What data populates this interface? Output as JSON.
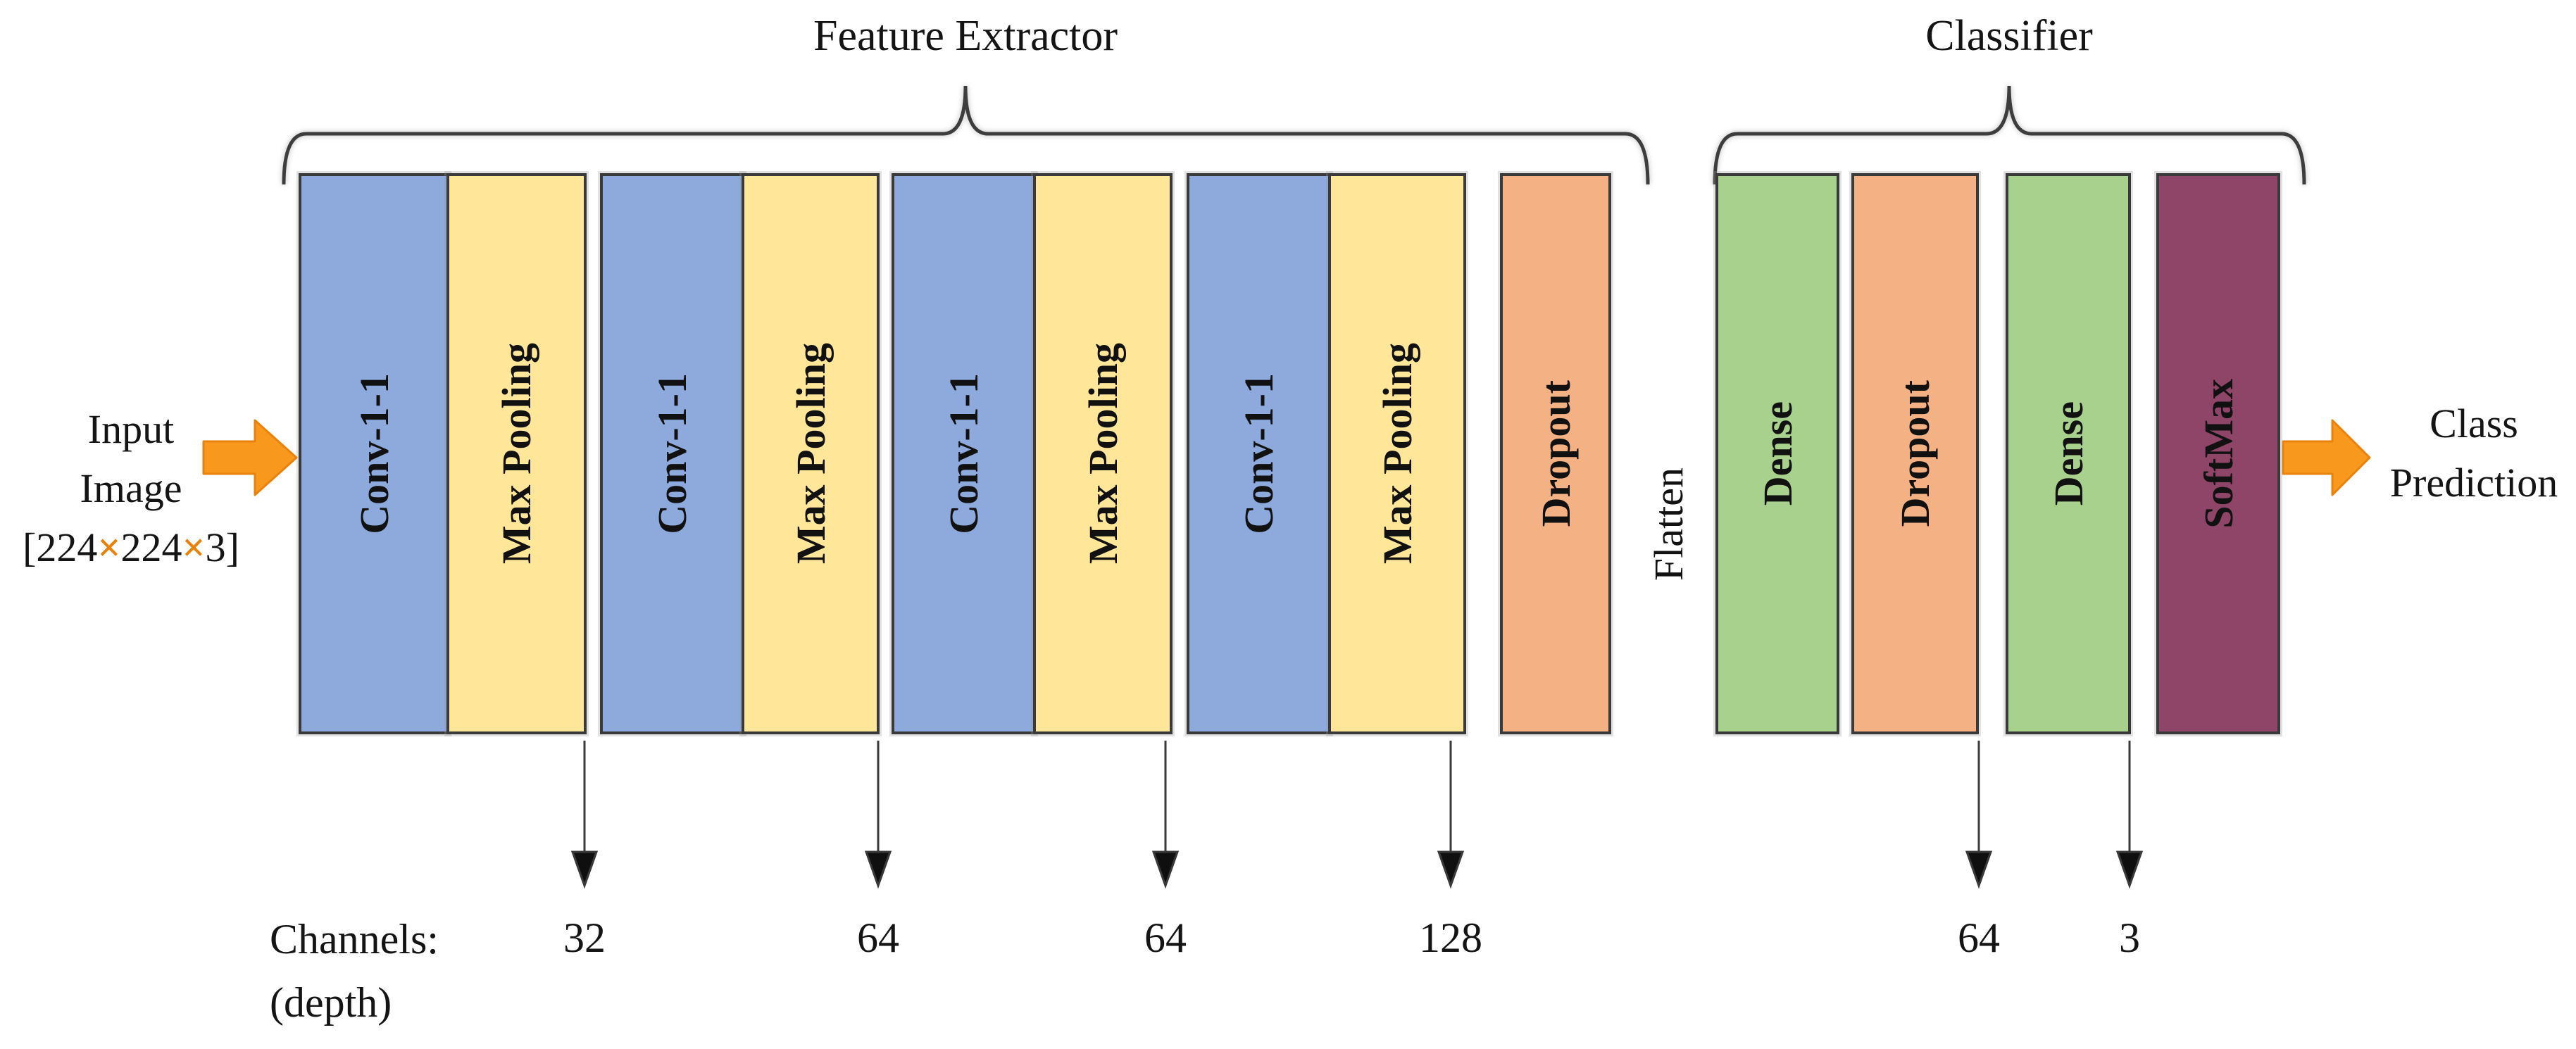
{
  "feature_extractor": {
    "title": "Feature Extractor",
    "layers": [
      {
        "label": "Conv-1-1",
        "color": "#8EA9DB"
      },
      {
        "label": "Max Pooling",
        "color": "#FFE699"
      },
      {
        "label": "Conv-1-1",
        "color": "#8EA9DB"
      },
      {
        "label": "Max Pooling",
        "color": "#FFE699"
      },
      {
        "label": "Conv-1-1",
        "color": "#8EA9DB"
      },
      {
        "label": "Max Pooling",
        "color": "#FFE699"
      },
      {
        "label": "Conv-1-1",
        "color": "#8EA9DB"
      },
      {
        "label": "Max Pooling",
        "color": "#FFE699"
      },
      {
        "label": "Dropout",
        "color": "#F4B183"
      }
    ]
  },
  "classifier": {
    "title": "Classifier",
    "layers": [
      {
        "label": "Dense",
        "color": "#A9D18E"
      },
      {
        "label": "Dropout",
        "color": "#F4B183"
      },
      {
        "label": "Dense",
        "color": "#A9D18E"
      },
      {
        "label": "SoftMax",
        "color": "#8E4568"
      }
    ]
  },
  "flatten_label": "Flatten",
  "input_label": {
    "line1": "Input",
    "line2": "Image",
    "line3_open": "[224",
    "times1": "×",
    "line3_mid": "224",
    "times2": "×",
    "line3_close": "3]"
  },
  "output_label": {
    "line1": "Class",
    "line2": "Prediction"
  },
  "channels": {
    "label": "Channels:",
    "sublabel": "(depth)",
    "values": [
      "32",
      "64",
      "64",
      "128",
      "64",
      "3"
    ]
  },
  "colors": {
    "conv_block": "#8EA9DB",
    "max_pooling_block": "#FFE699",
    "dropout_block": "#F4B183",
    "dense_block": "#A9D18E",
    "softmax_block": "#8E4568",
    "flow_arrow": "#F8981D",
    "flow_arrow_edge": "#E8820C",
    "brace_line": "#3D3D3D",
    "down_arrow": "#1A1A1A"
  }
}
